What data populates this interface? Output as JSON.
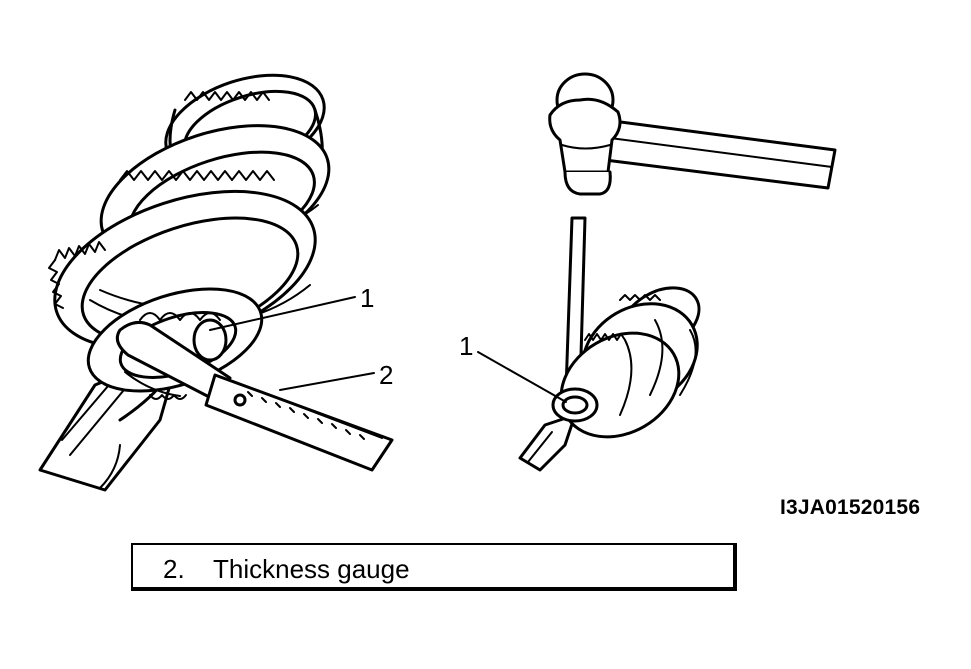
{
  "callouts": {
    "left_1": "1",
    "left_2": "2",
    "right_1": "1"
  },
  "figure_code": "I3JA01520156",
  "legend": {
    "number": "2.",
    "text": "Thickness gauge"
  },
  "colors": {
    "ink": "#000000",
    "paper": "#ffffff"
  }
}
